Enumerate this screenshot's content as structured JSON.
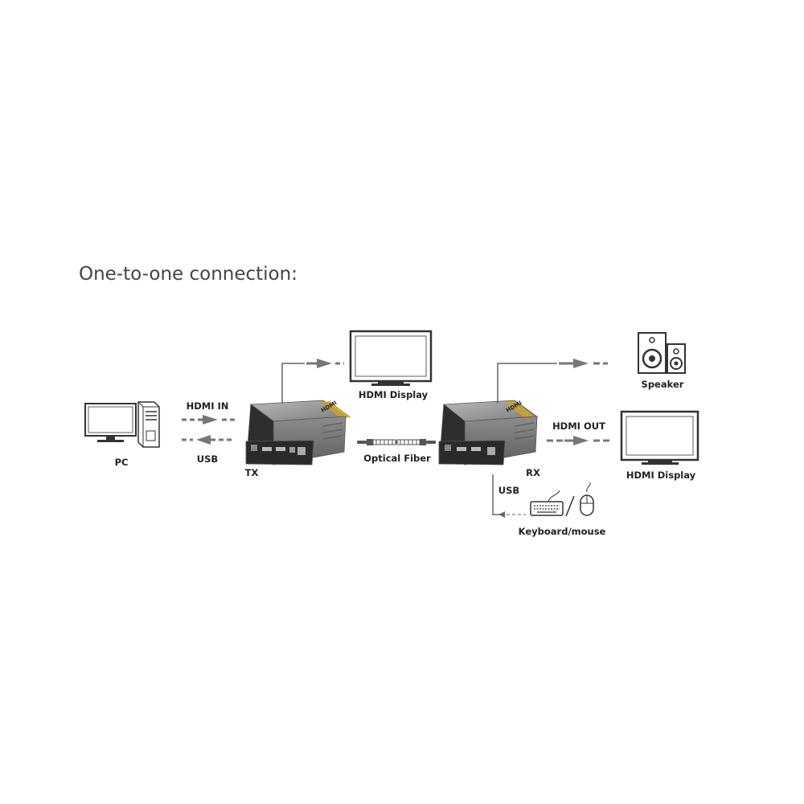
{
  "title": "One-to-one connection:",
  "labels": {
    "pc": "PC",
    "hdmi_in": "HDMI IN",
    "usb_left": "USB",
    "tx": "TX",
    "hdmi_display_top": "HDMI Display",
    "optical_fiber": "Optical Fiber",
    "rx": "RX",
    "speaker": "Speaker",
    "hdmi_out": "HDMI OUT",
    "hdmi_display_right": "HDMI Display",
    "usb_bottom": "USB",
    "keyboard_mouse": "Keyboard/mouse"
  },
  "device_badge": "HDMI",
  "colors": {
    "line": "#666666",
    "arrow": "#777777",
    "device_body": "#9a9a9a",
    "device_front": "#2a2a2a",
    "badge": "#c9a227",
    "outline": "#333333"
  }
}
